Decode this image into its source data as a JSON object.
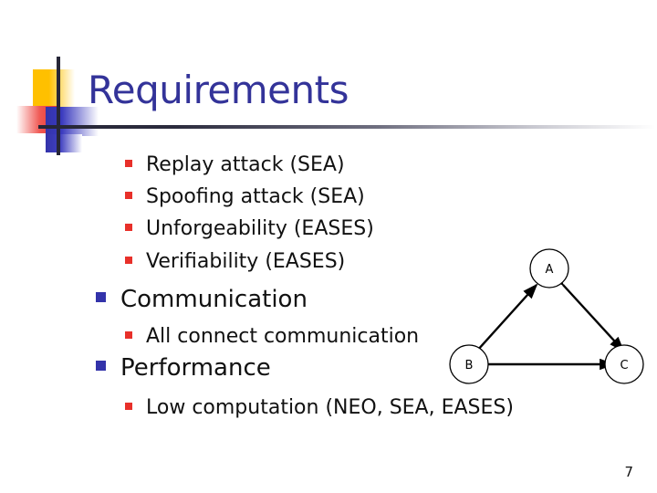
{
  "slide": {
    "title": "Requirements",
    "page_number": "7",
    "title_color": "#333399",
    "sub_bullet_color": "#E8302A",
    "main_bullet_color": "#3333AA"
  },
  "content": {
    "items": [
      {
        "level": "sub",
        "text": "Replay attack (SEA)"
      },
      {
        "level": "sub",
        "text": "Spoofing attack (SEA)"
      },
      {
        "level": "sub",
        "text": "Unforgeability (EASES)"
      },
      {
        "level": "sub",
        "text": "Verifiability (EASES)"
      },
      {
        "level": "main",
        "text": "Communication"
      },
      {
        "level": "sub",
        "text": "All connect communication"
      },
      {
        "level": "main",
        "text": "Performance"
      },
      {
        "level": "sub",
        "text": "Low computation (NEO, SEA, EASES)"
      }
    ]
  },
  "diagram": {
    "type": "graph",
    "description": "Fully connected triangle of three nodes with bidirectional links",
    "nodes": [
      {
        "id": "A",
        "label": "A"
      },
      {
        "id": "B",
        "label": "B"
      },
      {
        "id": "C",
        "label": "C"
      }
    ],
    "edges": [
      {
        "from": "B",
        "to": "A",
        "bidirectional": true
      },
      {
        "from": "A",
        "to": "C",
        "bidirectional": true
      },
      {
        "from": "B",
        "to": "C",
        "bidirectional": true
      }
    ]
  }
}
